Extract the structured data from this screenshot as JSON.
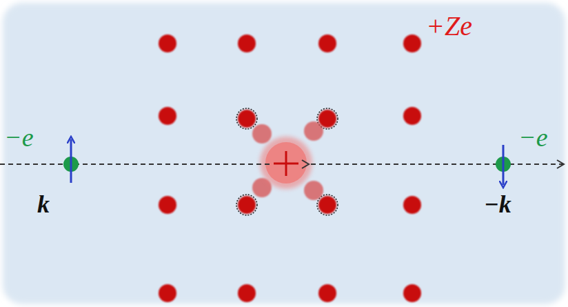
{
  "diagram": {
    "labels": [
      "+Ze",
      "−e",
      "k",
      "−e",
      "−k"
    ]
  }
}
